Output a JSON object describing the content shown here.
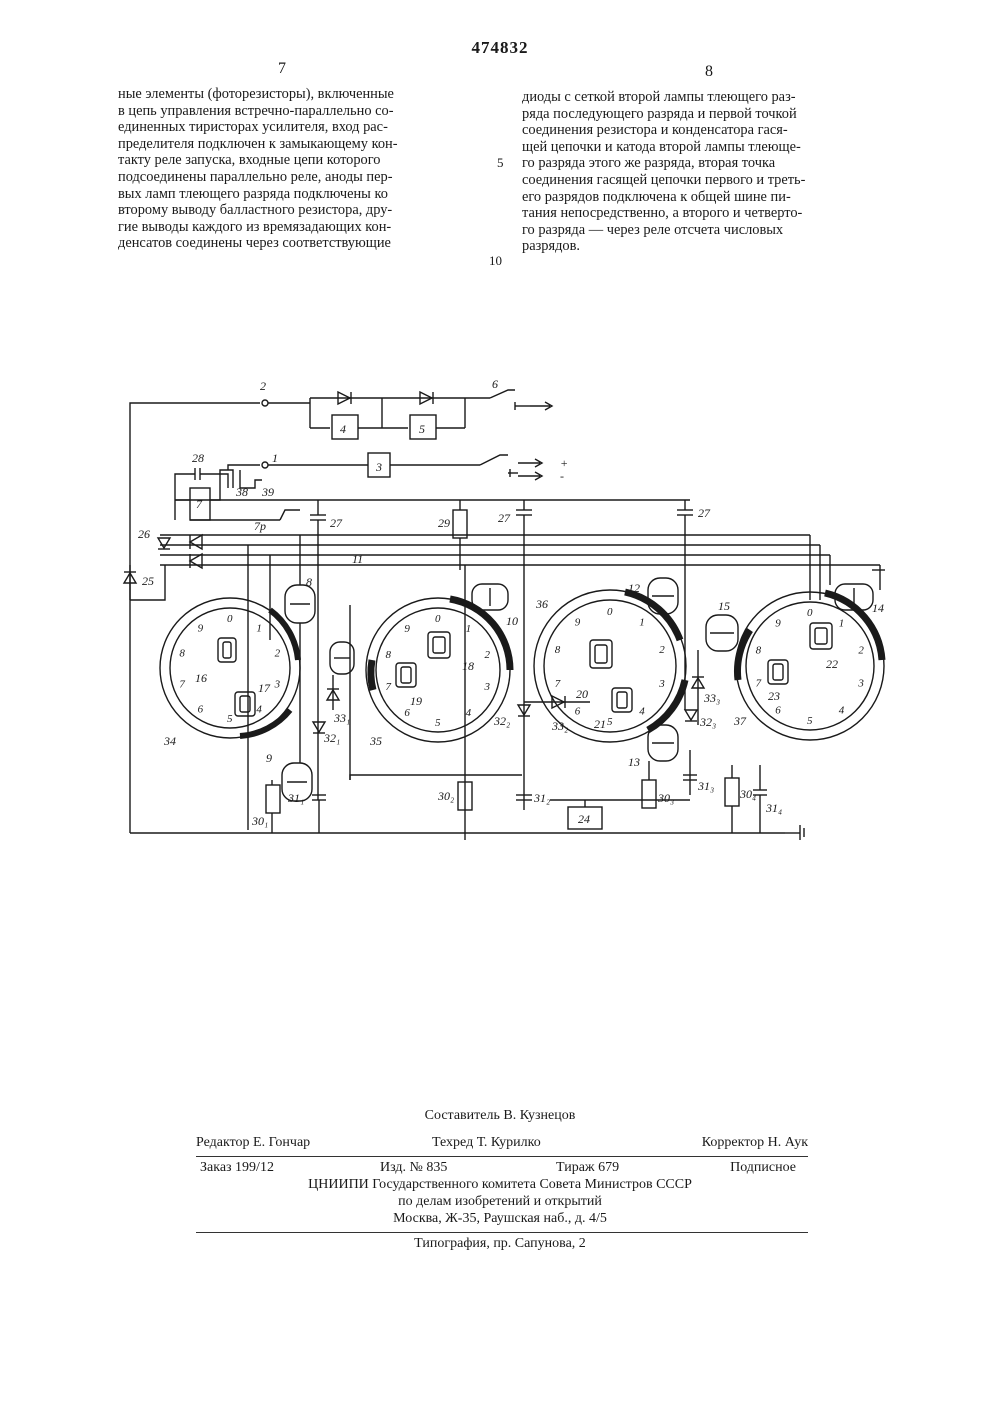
{
  "header": {
    "patent_number": "474832",
    "col_left": "7",
    "col_right": "8"
  },
  "text_left": [
    "ные элементы  (фоторезисторы), включенные",
    "в цепь управления встречно-параллельно  со-",
    "единенных тиристорах  усилителя, вход рас-",
    "пределителя подключен к замыкающему кон-",
    "такту реле запуска, входные  цепи которого",
    "подсоединены параллельно реле, аноды пер-",
    "вых ламп тлеющего разряда подключены ко",
    "второму выводу балластного резистора, дру-",
    "гие выводы каждого из времязадающих кон-",
    "денсатов соединены  через  соответствующие"
  ],
  "text_right": [
    "диоды с сеткой второй лампы тлеющего раз-",
    "ряда последующего разряда и первой точкой",
    "соединения  резистора и конденсатора  гася-",
    "щей цепочки и катода второй лампы тлеюще-",
    "го разряда этого же разряда,  вторая  точка",
    "соединения гасящей цепочки первого и треть-",
    "его разрядов подключена к общей шине пи-",
    "тания непосредственно, а второго и четверто-",
    "го разряда — через  реле  отсчета  числовых",
    "разрядов."
  ],
  "margin_numbers": [
    "5",
    "10"
  ],
  "diagram": {
    "labels": {
      "n1": "1",
      "n2": "2",
      "n3": "3",
      "n4": "4",
      "n5": "5",
      "n6": "6",
      "n7": "7",
      "n7p": "7р",
      "n8": "8",
      "n9": "9",
      "n10": "10",
      "n11": "11",
      "n12": "12",
      "n13": "13",
      "n14": "14",
      "n15": "15",
      "n16": "16",
      "n17": "17",
      "n18": "18",
      "n19": "19",
      "n20": "20",
      "n21": "21",
      "n22": "22",
      "n23": "23",
      "n24": "24",
      "n25": "25",
      "n26": "26",
      "n27": "27",
      "n28": "28",
      "n29": "29",
      "n30_1": "30₁",
      "n30_2": "30₂",
      "n30_3": "30₃",
      "n30_4": "30₄",
      "n31_1": "31₁",
      "n31_2": "31₂",
      "n31_3": "31₃",
      "n31_4": "31₄",
      "n32_1": "32₁",
      "n32_2": "32₂",
      "n32_3": "32₃",
      "n33_1": "33₁",
      "n33_2": "33₂",
      "n33_3": "33₃",
      "n34": "34",
      "n35": "35",
      "n36": "36",
      "n37": "37",
      "n38": "38",
      "n39": "39",
      "plus": "+",
      "minus": "-"
    },
    "dial_digits": [
      "0",
      "1",
      "2",
      "3",
      "4",
      "5",
      "6",
      "7",
      "8",
      "9"
    ]
  },
  "footer": {
    "composer": "Составитель В. Кузнецов",
    "editor": "Редактор Е. Гончар",
    "techred": "Техред Т. Курилко",
    "corrector": "Корректор Н. Аук",
    "order": "Заказ 199/12",
    "izd": "Изд. № 835",
    "tirazh": "Тираж 679",
    "podpisnoe": "Подписное",
    "org1": "ЦНИИПИ Государственного комитета Совета Министров СССР",
    "org2": "по делам изобретений и открытий",
    "address": "Москва, Ж-35, Раушская наб., д. 4/5",
    "typography": "Типография, пр. Сапунова, 2"
  }
}
